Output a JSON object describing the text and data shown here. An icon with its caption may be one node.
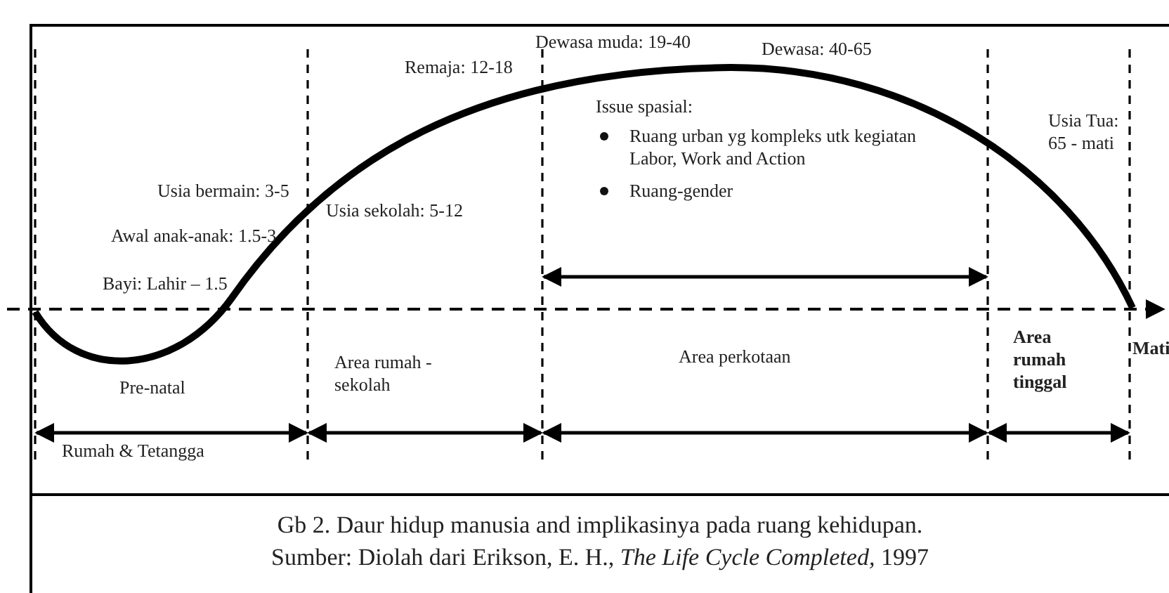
{
  "diagram": {
    "caption": "Gb 2. Daur hidup manusia and implikasinya pada ruang kehidupan.",
    "labels": [
      "Dewasa muda: 19-40",
      "Dewasa: 40-65",
      "Remaja: 12-18",
      "Issue spasial:",
      "Ruang urban yg kompleks utk kegiatan Labor, Work and Action",
      "Ruang-gender",
      "Usia Tua: 65 - mati",
      "Usia sekolah: 5-12",
      "Usia bermain: 3-5",
      "Awal anak-anak: 1.5-3",
      "Bayi: Lahir – 1.5",
      "Area rumah - sekolah",
      "Area perkotaan",
      "Area rumah tinggal",
      "Mati",
      "Pre-natal",
      "Rumah & Tetangga",
      "Sumber: Diolah dari Erikson, E. H., *The Life Cycle Completed,* 1997"
    ]
  }
}
